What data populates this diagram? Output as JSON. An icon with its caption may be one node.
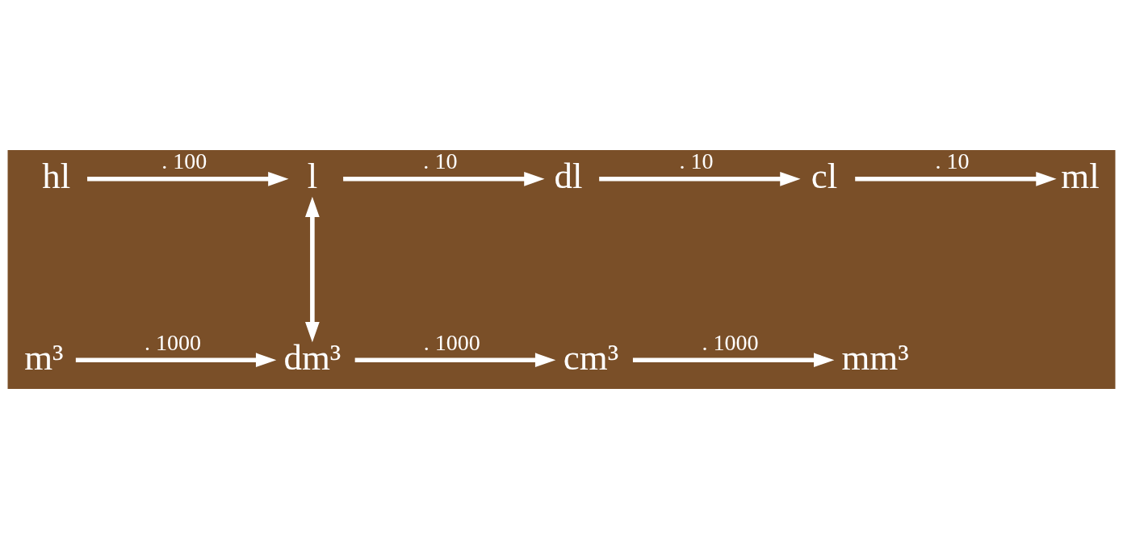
{
  "diagram": {
    "nodes": [
      {
        "text": [
          "m³"
        ]
      },
      {
        "text": [
          "dm³"
        ]
      },
      {
        "text": [
          "cm³"
        ]
      },
      {
        "text": [
          "mm³"
        ]
      },
      {
        "text": [
          "hl"
        ]
      },
      {
        "text": [
          "l"
        ]
      },
      {
        "text": [
          "dl"
        ]
      },
      {
        "text": [
          "cl"
        ]
      },
      {
        "text": [
          "ml"
        ]
      }
    ],
    "edges": [
      {
        "from": 0,
        "to": 1,
        "arrow": "to",
        "label": ". 1000"
      },
      {
        "from": 1,
        "to": 2,
        "arrow": "to",
        "label": ". 1000"
      },
      {
        "from": 2,
        "to": 3,
        "arrow": "to",
        "label": ". 1000"
      },
      {
        "from": 4,
        "to": 5,
        "arrow": "to",
        "label": ". 100"
      },
      {
        "from": 5,
        "to": 6,
        "arrow": "to",
        "label": ". 10"
      },
      {
        "from": 6,
        "to": 7,
        "arrow": "to",
        "label": ". 10"
      },
      {
        "from": 7,
        "to": 8,
        "arrow": "to",
        "label": ". 10"
      },
      {
        "from": 5,
        "to": 1,
        "arrow": "both"
      }
    ]
  }
}
